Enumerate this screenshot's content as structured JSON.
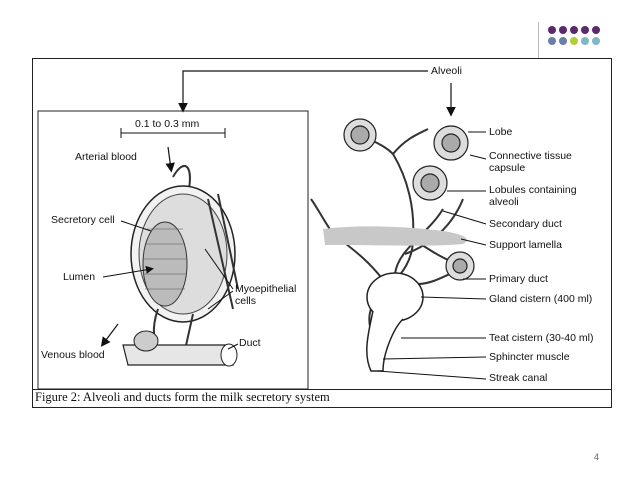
{
  "slide": {
    "page_number": "4",
    "accent_dots": [
      "#5b2a6e",
      "#5b2a6e",
      "#5b2a6e",
      "#5b2a6e",
      "#5b2a6e",
      "#6a7fa8",
      "#6a7fa8",
      "#b4cc3a",
      "#7fb7c4",
      "#7fb7c4"
    ]
  },
  "figure": {
    "caption": "Figure 2: Alveoli and ducts form the milk secretory system",
    "top_label": "Alveoli",
    "scale": "0.1 to 0.3 mm",
    "left_labels": {
      "arterial": "Arterial blood",
      "secretory": "Secretory cell",
      "lumen": "Lumen",
      "myoepithelial": "Myoepithelial cells",
      "duct": "Duct",
      "venous": "Venous blood"
    },
    "right_labels": {
      "lobe": "Lobe",
      "connective": "Connective tissue capsule",
      "lobules": "Lobules containing alveoli",
      "secondary": "Secondary duct",
      "support": "Support lamella",
      "primary": "Primary duct",
      "gland": "Gland cistern (400 ml)",
      "teat": "Teat cistern (30-40 ml)",
      "sphincter": "Sphincter muscle",
      "streak": "Streak canal"
    }
  }
}
